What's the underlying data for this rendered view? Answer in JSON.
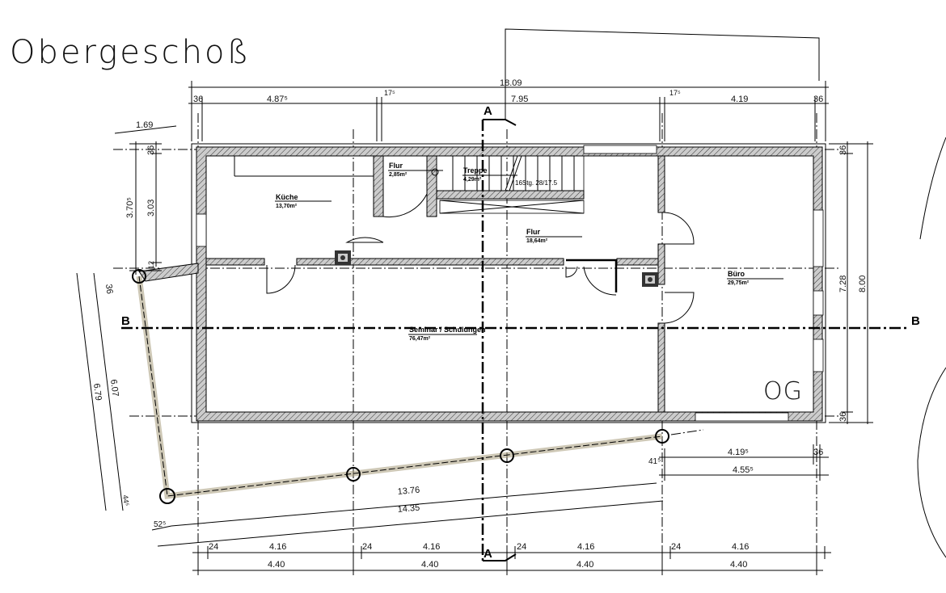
{
  "title": "Obergeschoß",
  "floor_tag": "OG",
  "section_marks": {
    "a_top": "A",
    "a_bottom": "A",
    "b_left": "B",
    "b_right": "B"
  },
  "rooms": [
    {
      "name": "Küche",
      "area": "13,70m²"
    },
    {
      "name": "Flur",
      "area": "2,85m²"
    },
    {
      "name": "Treppe",
      "area": "4,29m²"
    },
    {
      "name": "Flur",
      "area": "18,64m²"
    },
    {
      "name": "Büro",
      "area": "29,75m²"
    },
    {
      "name": "Seminar / Schulungen",
      "area": "76,47m²"
    }
  ],
  "stair_note": "16Stg. 28/17.5",
  "dims": {
    "top_total": "18.09",
    "top_row": [
      "36",
      "4.87⁵",
      "17⁵",
      "7.95",
      "17⁵",
      "4.19",
      "36"
    ],
    "left_169": "1.69",
    "left_3705": "3.70⁵",
    "left_303": "3.03",
    "left_36": "36",
    "left_12": "12",
    "diag_36": "36",
    "diag_679": "6.79",
    "diag_607": "6.07",
    "diag_445": "44⁵",
    "diag_525": "52⁵",
    "diag_1376": "13.76",
    "diag_1435": "14.35",
    "right_36_top": "36",
    "right_728": "7.28",
    "right_800": "8.00",
    "right_36_bottom": "36",
    "br_4195": "4.19⁵",
    "br_36": "36",
    "br_4555": "4.55⁵",
    "br_415": "41⁵",
    "bottom_row1": [
      "24",
      "4.16",
      "24",
      "4.16",
      "24",
      "4.16",
      "24",
      "4.16"
    ],
    "bottom_row2": [
      "4.40",
      "4.40",
      "4.40",
      "4.40"
    ]
  }
}
